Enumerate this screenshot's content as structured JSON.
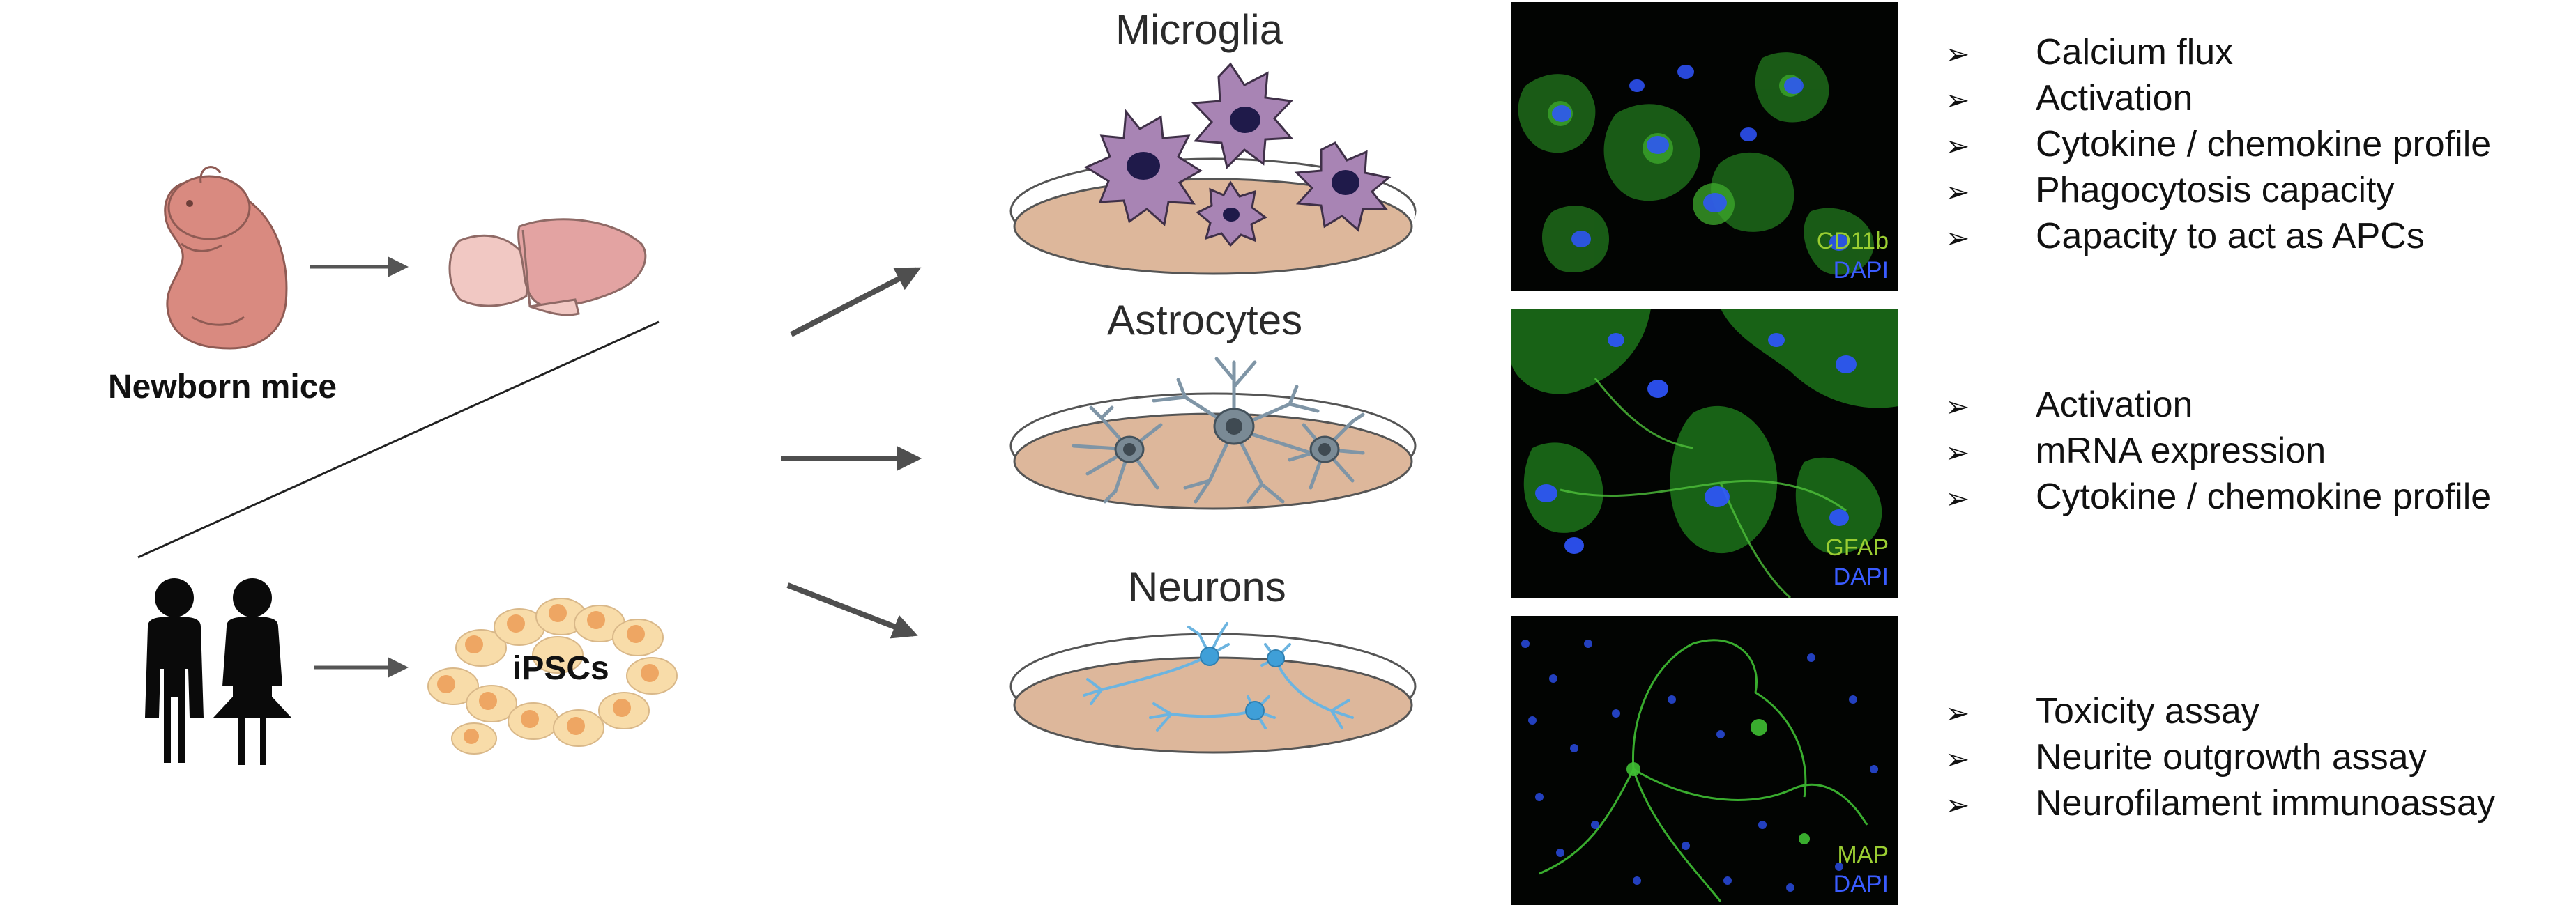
{
  "source": {
    "mice_label": "Newborn mice",
    "ipsc_label": "iPSCs"
  },
  "cultures": [
    {
      "title": "Microglia",
      "stains": [
        "CD11b",
        "DAPI"
      ],
      "readouts": [
        "Calcium flux",
        "Activation",
        "Cytokine / chemokine profile",
        "Phagocytosis capacity",
        "Capacity to act as APCs"
      ]
    },
    {
      "title": "Astrocytes",
      "stains": [
        "GFAP",
        "DAPI"
      ],
      "readouts": [
        "Activation",
        "mRNA expression",
        "Cytokine / chemokine profile"
      ]
    },
    {
      "title": "Neurons",
      "stains": [
        "MAP",
        "DAPI"
      ],
      "readouts": [
        "Toxicity assay",
        "Neurite outgrowth assay",
        "Neurofilament immunoassay"
      ]
    }
  ],
  "icons": {
    "bullet": "➢",
    "mouse": "newborn-mouse-icon",
    "brain": "mouse-brain-icon",
    "people": "people-icon",
    "cells": "ipsc-cluster-icon"
  },
  "colors": {
    "skin": "#d98a80",
    "brain": "#e8a8a8",
    "microglia": "#a884b4",
    "astrocyte": "#8a9fae",
    "neuron": "#6cb4e0",
    "dish": "#ddb79b",
    "ipsc": "#f6d3a0",
    "stain_green": "#9acd32",
    "stain_blue": "#3a5cff"
  }
}
